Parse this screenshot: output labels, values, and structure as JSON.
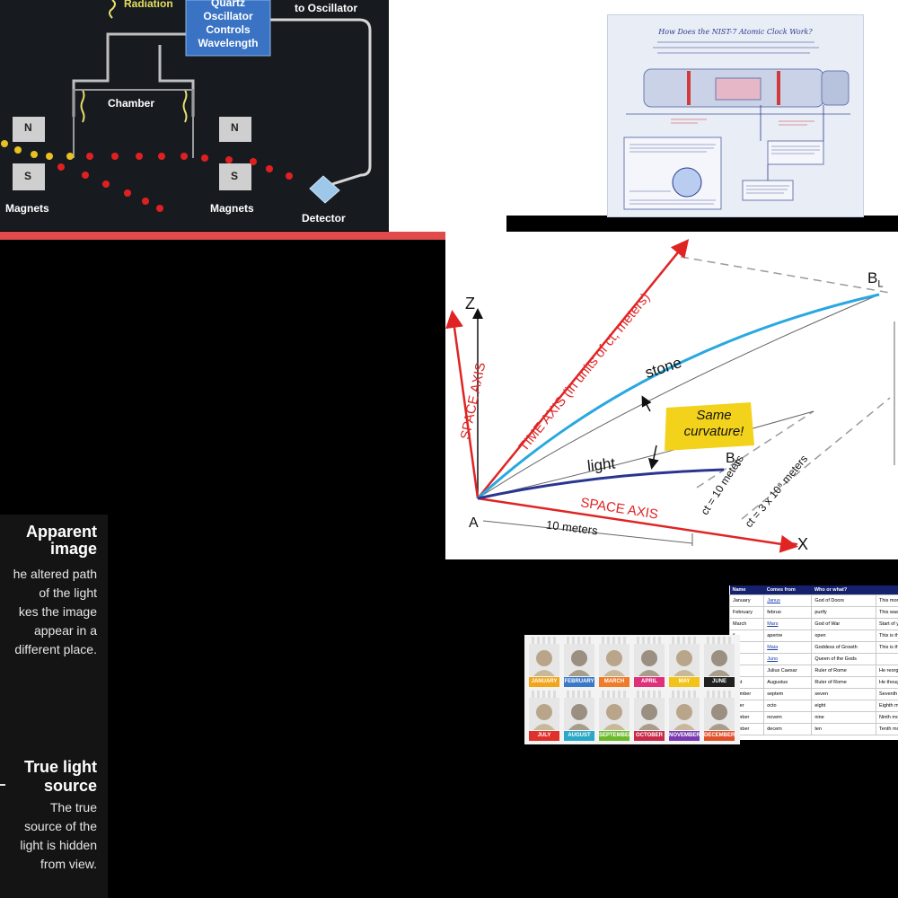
{
  "clock": {
    "radiation": "Radiation",
    "oscillator": [
      "Quartz",
      "Oscillator",
      "Controls",
      "Wavelength"
    ],
    "to_oscillator": "to Oscillator",
    "chamber": "Chamber",
    "magnet_n": "N",
    "magnet_s": "S",
    "magnets_left": "Magnets",
    "magnets_right": "Magnets",
    "detector": "Detector"
  },
  "nist": {
    "title": "How Does the NIST-7 Atomic Clock Work?",
    "colors": {
      "paper": "#e9edf6",
      "ink": "#2a3a8c",
      "red": "#d23a3a"
    }
  },
  "spacetime": {
    "z": "Z",
    "x": "X",
    "a": "A",
    "bl": "B",
    "bl_sub": "L",
    "bs": "B",
    "bs_sub": "S",
    "space_axis_vertical": "SPACE AXIS",
    "time_axis": "TIME AXIS (in units of ct, meters)",
    "stone": "stone",
    "light": "light",
    "same": "Same",
    "curvature": "curvature!",
    "space_axis_horizontal": "SPACE AXIS",
    "ct_small": "ct = 10 meters",
    "ct_large": "ct = 3 x 10⁸ meters",
    "ten_meters": "10 meters",
    "colors": {
      "red": "#e02424",
      "cyan": "#29a8e0",
      "navy": "#2a3590",
      "yellow": "#f3d21c"
    }
  },
  "light": {
    "apparent_title": [
      "Apparent",
      "image"
    ],
    "apparent_body": [
      "he altered path",
      "of the light",
      "kes the image",
      "appear in a",
      "different place."
    ],
    "true_title": [
      "True light",
      "source"
    ],
    "true_body": [
      "The true",
      "source of the",
      "light is hidden",
      "from view."
    ]
  },
  "months": {
    "row1": [
      {
        "label": "JANUARY",
        "color": "#f2a51a"
      },
      {
        "label": "FEBRUARY",
        "color": "#3a78c8"
      },
      {
        "label": "MARCH",
        "color": "#f07c2a"
      },
      {
        "label": "APRIL",
        "color": "#e0307a"
      },
      {
        "label": "MAY",
        "color": "#f2c41a"
      },
      {
        "label": "JUNE",
        "color": "#202020"
      }
    ],
    "row2": [
      {
        "label": "JULY",
        "color": "#e0302a"
      },
      {
        "label": "AUGUST",
        "color": "#2aa8c8"
      },
      {
        "label": "SEPTEMBER",
        "color": "#6cba2a"
      },
      {
        "label": "OCTOBER",
        "color": "#c82a4a"
      },
      {
        "label": "NOVEMBER",
        "color": "#7a3ab0"
      },
      {
        "label": "DECEMBER",
        "color": "#e0502a"
      }
    ]
  },
  "table": {
    "headers": [
      "Name",
      "Comes from",
      "Who or what?",
      ""
    ],
    "rows": [
      [
        "January",
        "Janus",
        "God of Doors",
        "This month opens t"
      ],
      [
        "February",
        "februo",
        "purify",
        "This was a Roman"
      ],
      [
        "March",
        "Mars",
        "God of War",
        "Start of year for sol"
      ],
      [
        "il",
        "aperire",
        "open",
        "This is the month w"
      ],
      [
        "y",
        "Maia",
        "Goddess of Growth",
        "This is the month w"
      ],
      [
        "ne",
        "Juno",
        "Queen of the Gods",
        ""
      ],
      [
        "y",
        "Julius Caesar",
        "Ruler of Rome",
        "He reorganised the"
      ],
      [
        "gust",
        "Augustus",
        "Ruler of Rome",
        "He thought he was"
      ],
      [
        "ptember",
        "septem",
        "seven",
        "Seventh month (cou"
      ],
      [
        "tober",
        "octo",
        "eight",
        "Eighth month (coun"
      ],
      [
        "vember",
        "novem",
        "nine",
        "Ninth month (coun"
      ],
      [
        "cember",
        "decem",
        "ten",
        "Tenth month (coun"
      ]
    ],
    "links": [
      "Janus",
      "Mars",
      "Maia",
      "Juno"
    ]
  }
}
